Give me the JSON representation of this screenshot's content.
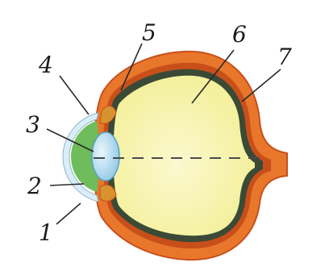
{
  "labels": [
    {
      "id": "1",
      "text": "1"
    },
    {
      "id": "2",
      "text": "2"
    },
    {
      "id": "3",
      "text": "3"
    },
    {
      "id": "4",
      "text": "4"
    },
    {
      "id": "5",
      "text": "5"
    },
    {
      "id": "6",
      "text": "6"
    },
    {
      "id": "7",
      "text": "7"
    }
  ],
  "colors": {
    "sclera": "#e8772c",
    "sclera_dark": "#c84f1a",
    "retina": "#3a4a36",
    "vitreous": "#f6f3a6",
    "vitreous_light": "#fbf9cf",
    "lens": "#a9d8ee",
    "aqueous": "#6ebc5b",
    "cornea": "#d9eef8",
    "iris": "#d8922e",
    "axis_line": "#4a4a4a"
  }
}
